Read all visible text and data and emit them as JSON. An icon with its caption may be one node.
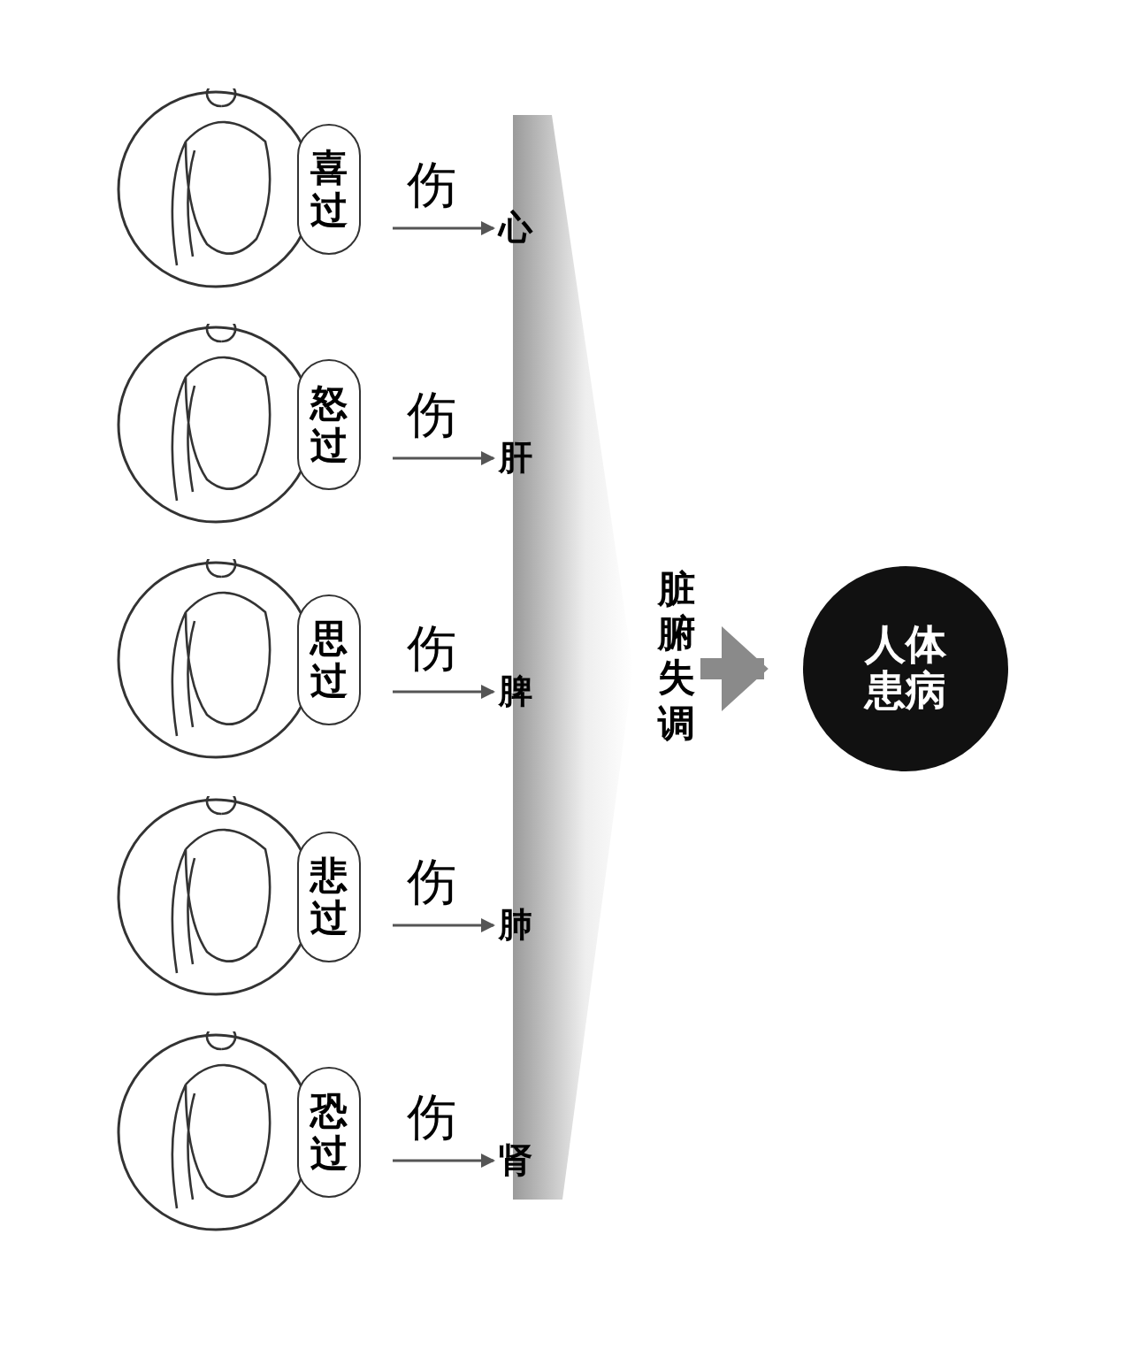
{
  "diagram": {
    "nodes": [
      {
        "text": [
          "喜过"
        ]
      },
      {
        "text": [
          "怒过"
        ]
      },
      {
        "text": [
          "思过"
        ]
      },
      {
        "text": [
          "悲过"
        ]
      },
      {
        "text": [
          "恐过"
        ]
      },
      {
        "text": [
          "脏腑失调"
        ]
      },
      {
        "text": [
          "心"
        ],
        "in": 5
      },
      {
        "text": [
          "肝"
        ],
        "in": 5
      },
      {
        "text": [
          "脾"
        ],
        "in": 5
      },
      {
        "text": [
          "肺"
        ],
        "in": 5
      },
      {
        "text": [
          "肾"
        ],
        "in": 5
      },
      {
        "text": [
          "人体患病"
        ]
      }
    ],
    "edges": [
      {
        "from": 0,
        "to": 6,
        "arrow": "to",
        "label": "伤"
      },
      {
        "from": 1,
        "to": 7,
        "arrow": "to",
        "label": "伤"
      },
      {
        "from": 2,
        "to": 8,
        "arrow": "to",
        "label": "伤"
      },
      {
        "from": 3,
        "to": 9,
        "arrow": "to",
        "label": "伤"
      },
      {
        "from": 4,
        "to": 10,
        "arrow": "to",
        "label": "伤"
      },
      {
        "from": 5,
        "to": 11,
        "arrow": "to",
        "style": "thick",
        "color": "#8a8a8a"
      }
    ]
  }
}
